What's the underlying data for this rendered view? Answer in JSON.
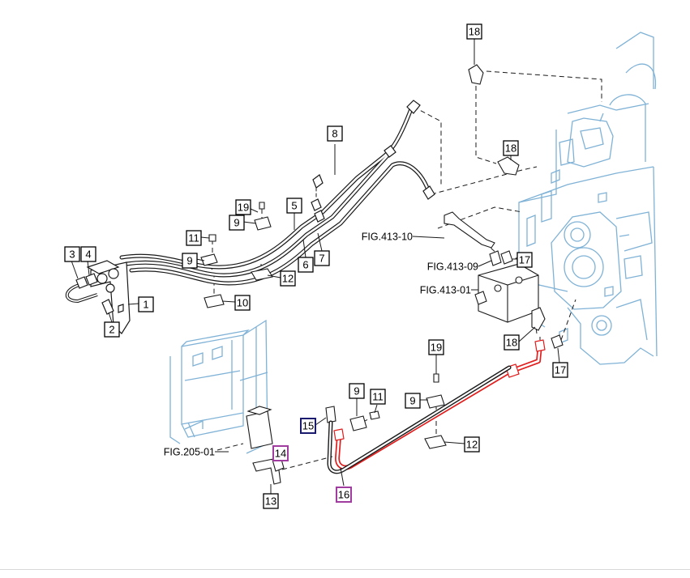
{
  "colors": {
    "line": "#1a1a1a",
    "highlight": "#e01e1e",
    "ghost": "#7fb2d6",
    "callout_default": "#000000",
    "callout_navy": "#1a1a6e",
    "callout_purple": "#a03ca0"
  },
  "callouts": [
    {
      "id": "c18a",
      "label": "18",
      "style": "default"
    },
    {
      "id": "c8",
      "label": "8",
      "style": "default"
    },
    {
      "id": "c18b",
      "label": "18",
      "style": "default"
    },
    {
      "id": "c19a",
      "label": "19",
      "style": "default"
    },
    {
      "id": "c5",
      "label": "5",
      "style": "default"
    },
    {
      "id": "c9a",
      "label": "9",
      "style": "default"
    },
    {
      "id": "c11a",
      "label": "11",
      "style": "default"
    },
    {
      "id": "c3",
      "label": "3",
      "style": "default"
    },
    {
      "id": "c4",
      "label": "4",
      "style": "default"
    },
    {
      "id": "c9b",
      "label": "9",
      "style": "default"
    },
    {
      "id": "c6",
      "label": "6",
      "style": "default"
    },
    {
      "id": "c7",
      "label": "7",
      "style": "default"
    },
    {
      "id": "c12a",
      "label": "12",
      "style": "default"
    },
    {
      "id": "c17a",
      "label": "17",
      "style": "default"
    },
    {
      "id": "c1",
      "label": "1",
      "style": "default"
    },
    {
      "id": "c10",
      "label": "10",
      "style": "default"
    },
    {
      "id": "c2",
      "label": "2",
      "style": "default"
    },
    {
      "id": "c18c",
      "label": "18",
      "style": "default"
    },
    {
      "id": "c19b",
      "label": "19",
      "style": "default"
    },
    {
      "id": "c17b",
      "label": "17",
      "style": "default"
    },
    {
      "id": "c9c",
      "label": "9",
      "style": "default"
    },
    {
      "id": "c11b",
      "label": "11",
      "style": "default"
    },
    {
      "id": "c9d",
      "label": "9",
      "style": "default"
    },
    {
      "id": "c15",
      "label": "15",
      "style": "navy"
    },
    {
      "id": "c12b",
      "label": "12",
      "style": "default"
    },
    {
      "id": "c14",
      "label": "14",
      "style": "purple"
    },
    {
      "id": "c13",
      "label": "13",
      "style": "default"
    },
    {
      "id": "c16",
      "label": "16",
      "style": "purple"
    }
  ],
  "figure_refs": [
    {
      "id": "ref413_10",
      "label": "FIG.413-10"
    },
    {
      "id": "ref413_09",
      "label": "FIG.413-09"
    },
    {
      "id": "ref413_01",
      "label": "FIG.413-01"
    },
    {
      "id": "ref205_01",
      "label": "FIG.205-01"
    }
  ]
}
